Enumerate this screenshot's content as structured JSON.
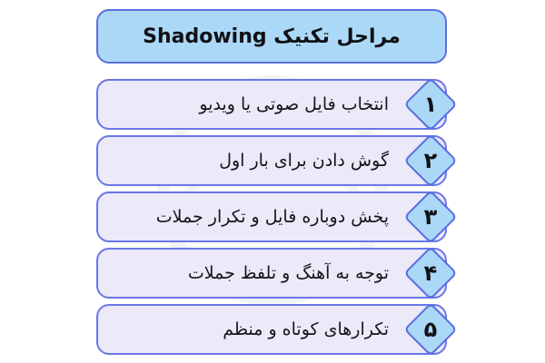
{
  "title": "مراحل تکنیک  Shadowing",
  "steps": [
    {
      "number": "۱",
      "text": "انتخاب فایل صوتی یا ویدیو"
    },
    {
      "number": "۲",
      "text": "گوش دادن برای بار اول"
    },
    {
      "number": "۳",
      "text": "پخش دوباره فایل و تکرار جملات"
    },
    {
      "number": "۴",
      "text": "توجه به آهنگ و تلفظ جملات"
    },
    {
      "number": "۵",
      "text": "تکرارهای کوتاه و منظم"
    }
  ],
  "colors": {
    "title_bg": "#abd8f7",
    "border": "#5b6fe0",
    "step_bg": "#ece9f8"
  }
}
